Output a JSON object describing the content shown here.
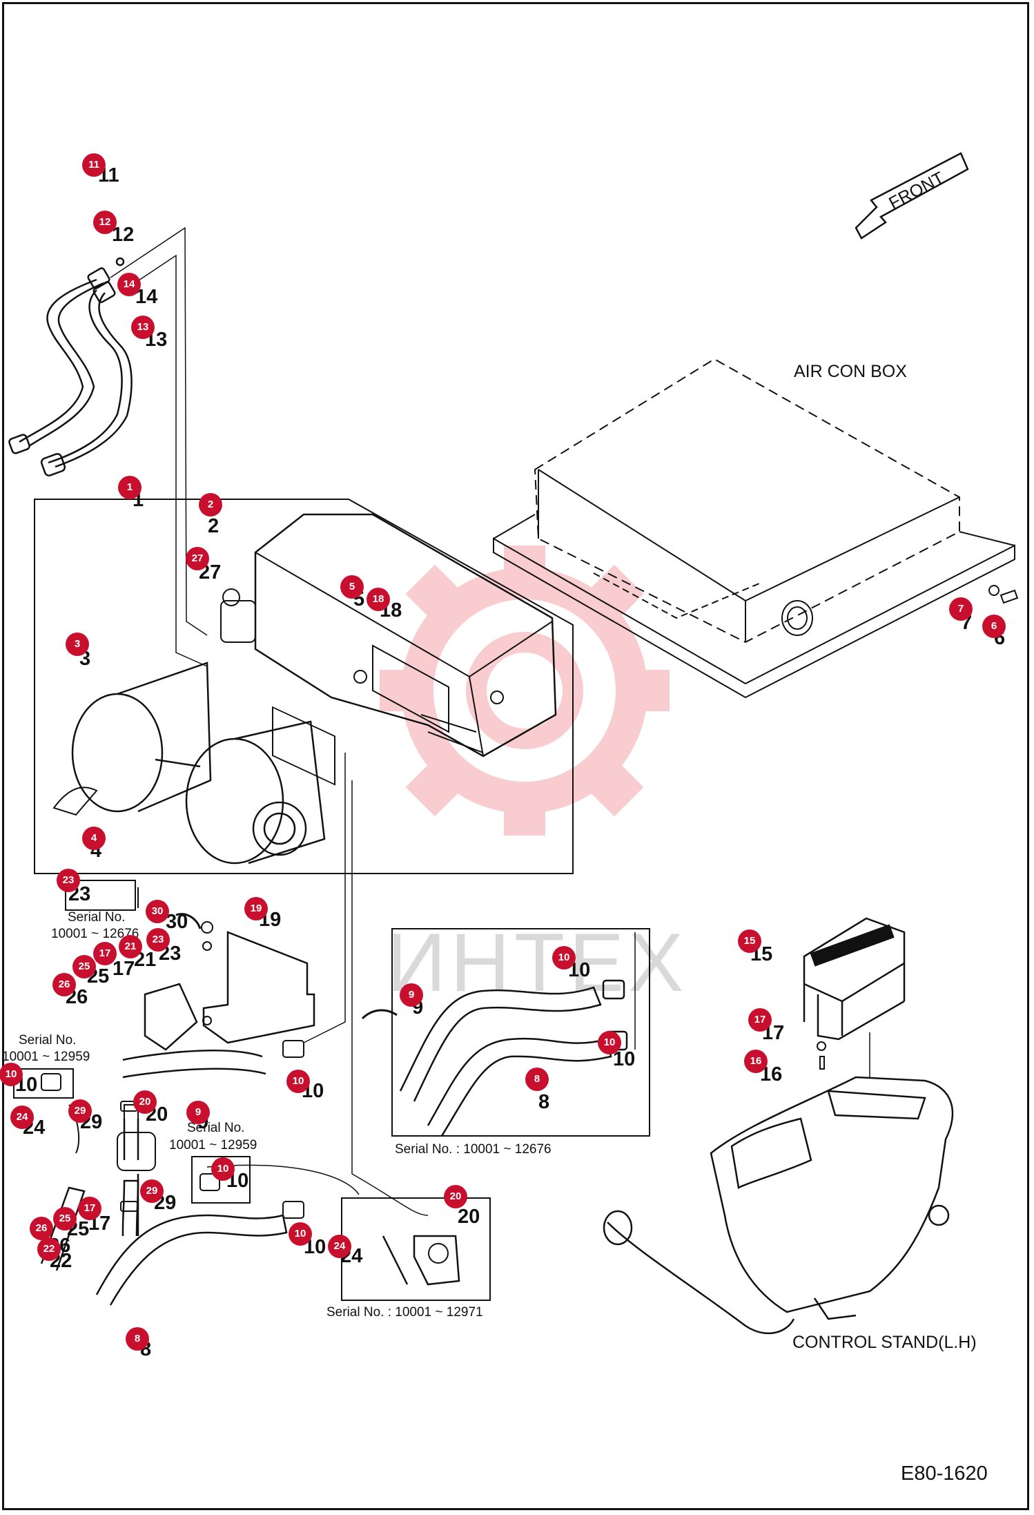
{
  "drawing": {
    "code": "E80-1620",
    "front_arrow_label": "FRONT",
    "air_con_box_label": "AIR CON BOX",
    "control_stand_label": "CONTROL STAND(L.H)",
    "watermark_text": "ИНТЕХ"
  },
  "serial_notes": {
    "s1": "Serial No.",
    "s1_range": "10001 ~ 12676",
    "s2": "Serial No.",
    "s2_range": "10001 ~ 12959",
    "s3": "Serial No.",
    "s3_range": "10001 ~ 12959",
    "inset_hose": "Serial No. : 10001 ~ 12676",
    "inset_valve": "Serial No. : 10001 ~ 12971"
  },
  "callouts": [
    {
      "id": "c11",
      "number": "11"
    },
    {
      "id": "c12",
      "number": "12"
    },
    {
      "id": "c14",
      "number": "14"
    },
    {
      "id": "c13",
      "number": "13"
    },
    {
      "id": "c1",
      "number": "1"
    },
    {
      "id": "c2",
      "number": "2"
    },
    {
      "id": "c27",
      "number": "27"
    },
    {
      "id": "c5",
      "number": "5"
    },
    {
      "id": "c18",
      "number": "18"
    },
    {
      "id": "c3",
      "number": "3"
    },
    {
      "id": "c4",
      "number": "4"
    },
    {
      "id": "c7",
      "number": "7"
    },
    {
      "id": "c6",
      "number": "6"
    },
    {
      "id": "c23a",
      "number": "23"
    },
    {
      "id": "c30",
      "number": "30"
    },
    {
      "id": "c19",
      "number": "19"
    },
    {
      "id": "c21",
      "number": "21"
    },
    {
      "id": "c23b",
      "number": "23"
    },
    {
      "id": "c17a",
      "number": "17"
    },
    {
      "id": "c25a",
      "number": "25"
    },
    {
      "id": "c26a",
      "number": "26"
    },
    {
      "id": "c10a",
      "number": "10"
    },
    {
      "id": "c10b",
      "number": "10"
    },
    {
      "id": "c9a",
      "number": "9"
    },
    {
      "id": "c29a",
      "number": "29"
    },
    {
      "id": "c20a",
      "number": "20"
    },
    {
      "id": "c24a",
      "number": "24"
    },
    {
      "id": "c10c",
      "number": "10"
    },
    {
      "id": "c29b",
      "number": "29"
    },
    {
      "id": "c25b",
      "number": "25"
    },
    {
      "id": "c17b",
      "number": "17"
    },
    {
      "id": "c26b",
      "number": "26"
    },
    {
      "id": "c22",
      "number": "22"
    },
    {
      "id": "c8a",
      "number": "8"
    },
    {
      "id": "c10d",
      "number": "10"
    },
    {
      "id": "c10e",
      "number": "10"
    },
    {
      "id": "c9b",
      "number": "9"
    },
    {
      "id": "c10f",
      "number": "10"
    },
    {
      "id": "c8b",
      "number": "8"
    },
    {
      "id": "c20b",
      "number": "20"
    },
    {
      "id": "c24b",
      "number": "24"
    },
    {
      "id": "c15",
      "number": "15"
    },
    {
      "id": "c17c",
      "number": "17"
    },
    {
      "id": "c16",
      "number": "16"
    }
  ],
  "labels": [
    {
      "id": "l11",
      "text": "11"
    },
    {
      "id": "l12",
      "text": "12"
    },
    {
      "id": "l14",
      "text": "14"
    },
    {
      "id": "l13",
      "text": "13"
    },
    {
      "id": "l1",
      "text": "1"
    },
    {
      "id": "l2",
      "text": "2"
    },
    {
      "id": "l27",
      "text": "27"
    },
    {
      "id": "l5",
      "text": "5"
    },
    {
      "id": "l18",
      "text": "18"
    },
    {
      "id": "l3",
      "text": "3"
    },
    {
      "id": "l4",
      "text": "4"
    },
    {
      "id": "l7",
      "text": "7"
    },
    {
      "id": "l6",
      "text": "6"
    },
    {
      "id": "l23a",
      "text": "23"
    },
    {
      "id": "l30",
      "text": "30"
    },
    {
      "id": "l19",
      "text": "19"
    },
    {
      "id": "l23b",
      "text": "23"
    },
    {
      "id": "l21",
      "text": "21"
    },
    {
      "id": "l17a",
      "text": "17"
    },
    {
      "id": "l25a",
      "text": "25"
    },
    {
      "id": "l26a",
      "text": "26"
    },
    {
      "id": "l10a",
      "text": "10"
    },
    {
      "id": "l10b",
      "text": "10"
    },
    {
      "id": "l9a",
      "text": "9"
    },
    {
      "id": "l29a",
      "text": "29"
    },
    {
      "id": "l20a",
      "text": "20"
    },
    {
      "id": "l24a",
      "text": "24"
    },
    {
      "id": "l10c",
      "text": "10"
    },
    {
      "id": "l29b",
      "text": "29"
    },
    {
      "id": "l17b",
      "text": "17"
    },
    {
      "id": "l25b",
      "text": "25"
    },
    {
      "id": "l26b",
      "text": "26"
    },
    {
      "id": "l22",
      "text": "22"
    },
    {
      "id": "l8a",
      "text": "8"
    },
    {
      "id": "l10d",
      "text": "10"
    },
    {
      "id": "l10e",
      "text": "10"
    },
    {
      "id": "l9b",
      "text": "9"
    },
    {
      "id": "l10f",
      "text": "10"
    },
    {
      "id": "l8b",
      "text": "8"
    },
    {
      "id": "l20b",
      "text": "20"
    },
    {
      "id": "l24b",
      "text": "24"
    },
    {
      "id": "l15",
      "text": "15"
    },
    {
      "id": "l17c",
      "text": "17"
    },
    {
      "id": "l16",
      "text": "16"
    }
  ]
}
